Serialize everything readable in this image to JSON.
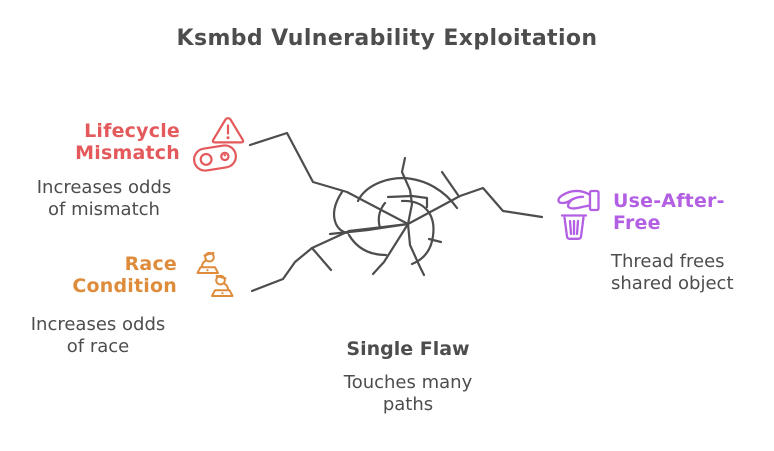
{
  "title": "Ksmbd Vulnerability Exploitation",
  "colors": {
    "ink": "#4D4D4D",
    "lifecycle_red": "#E4595B",
    "race_orange": "#DE8C3C",
    "uaf_purple": "#B35FE3"
  },
  "center_drawing": "hand-drawn web of cracked lines radiating from a single point",
  "nodes": {
    "lifecycle_mismatch": {
      "label": "Lifecycle\nMismatch",
      "caption": "Increases odds\nof mismatch",
      "color": "#E4595B",
      "icons": [
        "warning-triangle-icon",
        "cam-link-icon"
      ]
    },
    "race_condition": {
      "label": "Race\nCondition",
      "caption": "Increases odds\nof race",
      "color": "#DE8C3C",
      "icons": [
        "person-laptop-icon",
        "person-laptop-icon"
      ]
    },
    "use_after_free": {
      "label": "Use-After-\nFree",
      "caption": "Thread frees\nshared object",
      "color": "#B35FE3",
      "icons": [
        "hand-drop-icon",
        "trash-icon"
      ]
    },
    "single_flaw": {
      "label": "Single Flaw",
      "caption": "Touches many\npaths"
    }
  }
}
